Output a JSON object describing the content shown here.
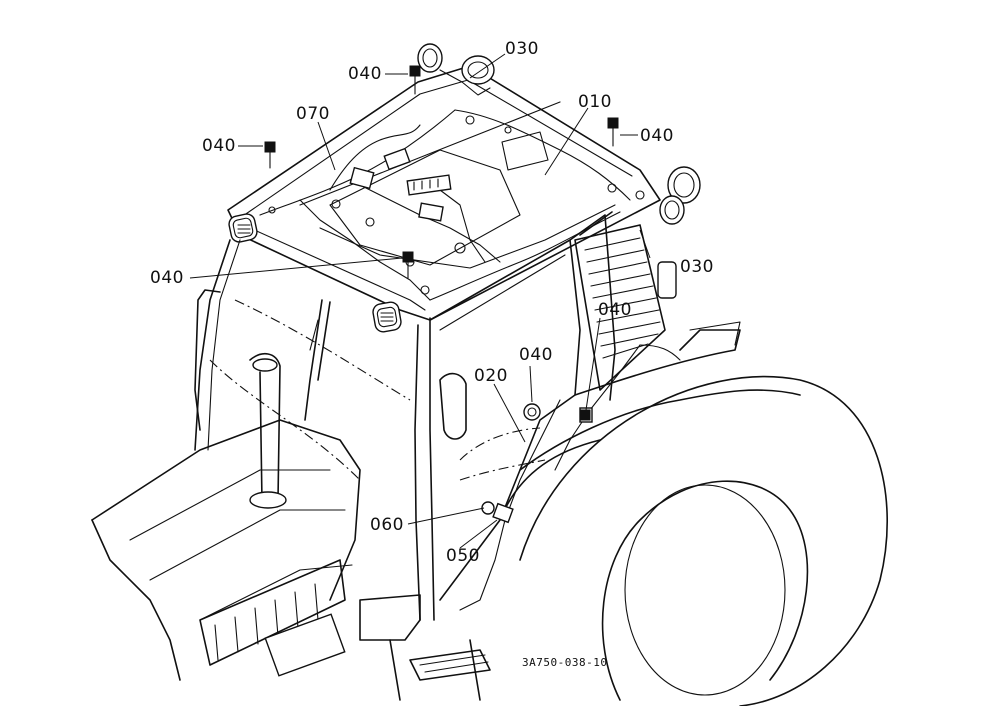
{
  "labels": {
    "p010": "010",
    "p020": "020",
    "p030_top": "030",
    "p030_right": "030",
    "p040_top": "040",
    "p040_left": "040",
    "p040_right": "040",
    "p040_mid": "040",
    "p040_door": "040",
    "p040_lower": "040",
    "p050": "050",
    "p060": "060",
    "p070": "070"
  },
  "drawing_code": "3A750-038-10"
}
